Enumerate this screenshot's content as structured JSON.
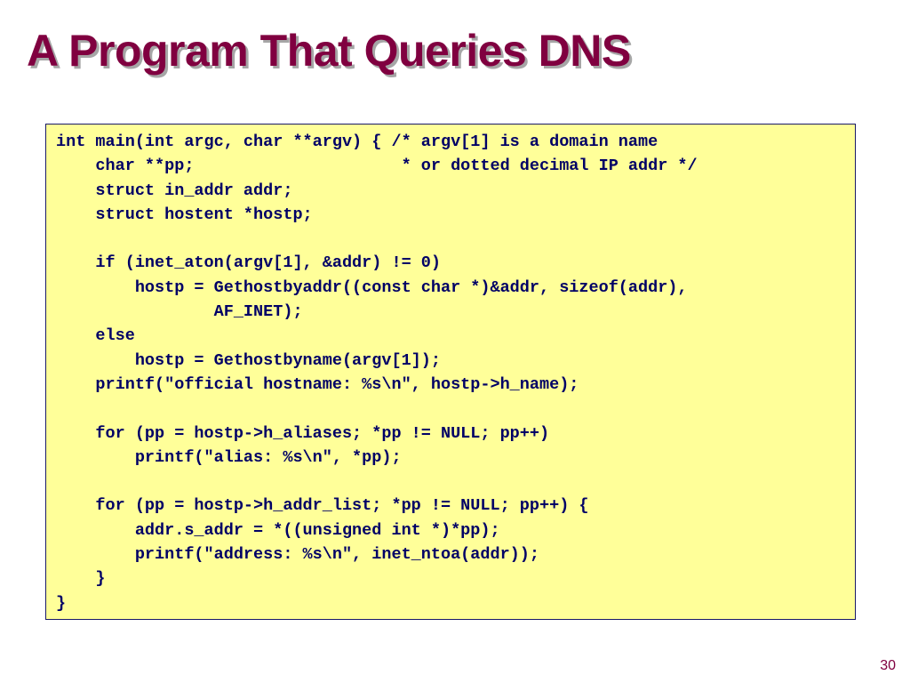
{
  "slide": {
    "title": "A Program That Queries DNS",
    "page_number": "30"
  },
  "code": {
    "lines": [
      "int main(int argc, char **argv) { /* argv[1] is a domain name",
      "    char **pp;                     * or dotted decimal IP addr */",
      "    struct in_addr addr;",
      "    struct hostent *hostp;",
      "",
      "    if (inet_aton(argv[1], &addr) != 0)",
      "        hostp = Gethostbyaddr((const char *)&addr, sizeof(addr),",
      "                AF_INET);",
      "    else",
      "        hostp = Gethostbyname(argv[1]);",
      "    printf(\"official hostname: %s\\n\", hostp->h_name);",
      "",
      "    for (pp = hostp->h_aliases; *pp != NULL; pp++)",
      "        printf(\"alias: %s\\n\", *pp);",
      "",
      "    for (pp = hostp->h_addr_list; *pp != NULL; pp++) {",
      "        addr.s_addr = *((unsigned int *)*pp);",
      "        printf(\"address: %s\\n\", inet_ntoa(addr));",
      "    }",
      "}"
    ]
  },
  "colors": {
    "title": "#800040",
    "code_background": "#ffff99",
    "code_text": "#000066"
  }
}
